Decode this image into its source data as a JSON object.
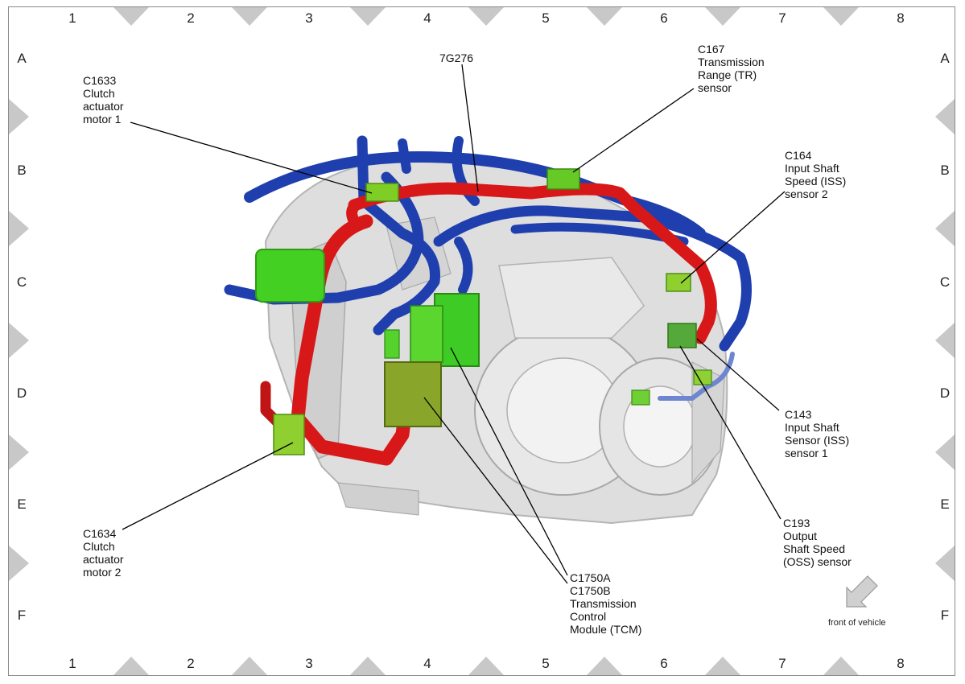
{
  "grid": {
    "columns": [
      "1",
      "2",
      "3",
      "4",
      "5",
      "6",
      "7",
      "8"
    ],
    "rows": [
      "A",
      "B",
      "C",
      "D",
      "E",
      "F"
    ]
  },
  "callouts": {
    "c1633": [
      "C1633",
      "Clutch",
      "actuator",
      "motor 1"
    ],
    "g276": [
      "7G276"
    ],
    "c167": [
      "C167",
      "Transmission",
      "Range (TR)",
      "sensor"
    ],
    "c164": [
      "C164",
      "Input Shaft",
      "Speed (ISS)",
      "sensor 2"
    ],
    "c143": [
      "C143",
      "Input Shaft",
      "Sensor (ISS)",
      "sensor 1"
    ],
    "c193": [
      "C193",
      "Output",
      "Shaft Speed",
      "(OSS) sensor"
    ],
    "c1634": [
      "C1634",
      "Clutch",
      "actuator",
      "motor 2"
    ],
    "c1750": [
      "C1750A",
      "C1750B",
      "Transmission",
      "Control",
      "Module (TCM)"
    ]
  },
  "front_label": "front of vehicle",
  "colors": {
    "harness_blue": "#1f3fae",
    "harness_red": "#d81818",
    "connector_green": "#44d022",
    "housing_grey": "#d9d9d9"
  }
}
